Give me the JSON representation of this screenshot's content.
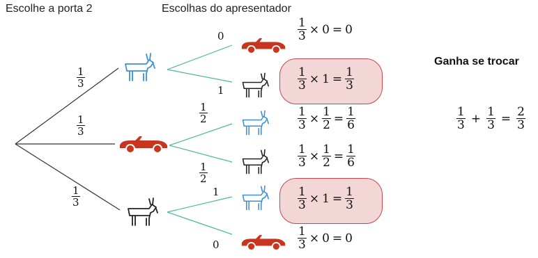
{
  "headers": {
    "left": "Escolhe a porta 2",
    "middle": "Escolhas do apresentador"
  },
  "first_level": [
    {
      "prob": {
        "num": "1",
        "den": "3"
      },
      "outcome": "goat-blue"
    },
    {
      "prob": {
        "num": "1",
        "den": "3"
      },
      "outcome": "car"
    },
    {
      "prob": {
        "num": "1",
        "den": "3"
      },
      "outcome": "goat-black"
    }
  ],
  "branch_labels": {
    "b1_top": "0",
    "b1_bottom": "1",
    "b2_top": {
      "num": "1",
      "den": "2"
    },
    "b2_bottom": {
      "num": "1",
      "den": "2"
    },
    "b3_top": "1",
    "b3_bottom": "0"
  },
  "results": [
    {
      "icon": "car",
      "a": {
        "num": "1",
        "den": "3"
      },
      "op": "×",
      "b": "0",
      "eq": "=",
      "r": "0",
      "highlight": false
    },
    {
      "icon": "goat-black",
      "a": {
        "num": "1",
        "den": "3"
      },
      "op": "×",
      "b": "1",
      "eq": "=",
      "r": {
        "num": "1",
        "den": "3"
      },
      "highlight": true
    },
    {
      "icon": "goat-blue",
      "a": {
        "num": "1",
        "den": "3"
      },
      "op": "×",
      "b": {
        "num": "1",
        "den": "2"
      },
      "eq": "=",
      "r": {
        "num": "1",
        "den": "6"
      },
      "highlight": false
    },
    {
      "icon": "goat-black",
      "a": {
        "num": "1",
        "den": "3"
      },
      "op": "×",
      "b": {
        "num": "1",
        "den": "2"
      },
      "eq": "=",
      "r": {
        "num": "1",
        "den": "6"
      },
      "highlight": false
    },
    {
      "icon": "goat-blue",
      "a": {
        "num": "1",
        "den": "3"
      },
      "op": "×",
      "b": "1",
      "eq": "=",
      "r": {
        "num": "1",
        "den": "3"
      },
      "highlight": true
    },
    {
      "icon": "car",
      "a": {
        "num": "1",
        "den": "3"
      },
      "op": "×",
      "b": "0",
      "eq": "=",
      "r": "0",
      "highlight": false
    }
  ],
  "summary": {
    "title": "Ganha se trocar",
    "t1": {
      "num": "1",
      "den": "3"
    },
    "plus": "+",
    "t2": {
      "num": "1",
      "den": "3"
    },
    "eq": "=",
    "total": {
      "num": "2",
      "den": "3"
    }
  },
  "colors": {
    "car": "#c8341e",
    "goat_blue": "#3d8fd6",
    "goat_black": "#222222",
    "branch_first": "#333333",
    "branch_second": "#4fb89a",
    "pill_fill": "#f3d6d6",
    "pill_border": "#c9454a"
  }
}
